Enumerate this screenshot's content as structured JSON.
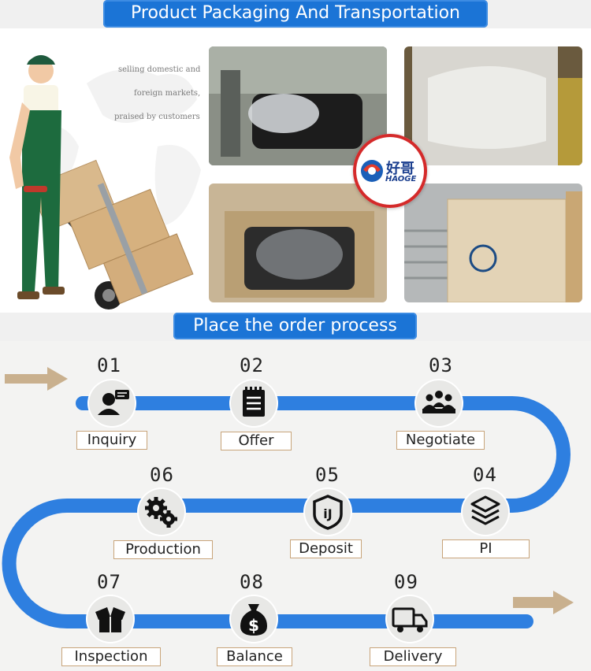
{
  "header": {
    "title": "Product Packaging And Transportation"
  },
  "captions": [
    "selling domestic and",
    "foreign markets,",
    "praised by customers"
  ],
  "logo": {
    "chinese": "好哥",
    "latin": "HAOGE"
  },
  "process": {
    "title": "Place the order process",
    "steps": [
      {
        "num": "01",
        "label": "Inquiry",
        "icon": "inquiry-icon"
      },
      {
        "num": "02",
        "label": "Offer",
        "icon": "document-icon"
      },
      {
        "num": "03",
        "label": "Negotiate",
        "icon": "meeting-icon"
      },
      {
        "num": "04",
        "label": "PI",
        "icon": "boxes-icon"
      },
      {
        "num": "05",
        "label": "Deposit",
        "icon": "deposit-icon"
      },
      {
        "num": "06",
        "label": "Production",
        "icon": "gears-icon"
      },
      {
        "num": "07",
        "label": "Inspection",
        "icon": "open-box-icon"
      },
      {
        "num": "08",
        "label": "Balance",
        "icon": "money-bag-icon"
      },
      {
        "num": "09",
        "label": "Delivery",
        "icon": "truck-icon"
      }
    ]
  },
  "colors": {
    "accent": "#1b74d6",
    "track": "#2e7fe0",
    "arrow": "#c9b08e",
    "label_border": "#c8a47a"
  }
}
